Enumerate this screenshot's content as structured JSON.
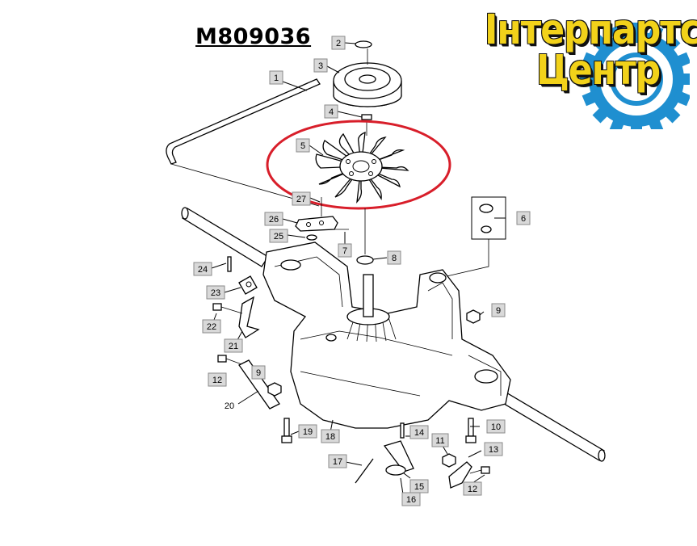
{
  "diagram": {
    "part_number": "M809036",
    "logo": {
      "line1": "Інтерпартс",
      "line2": "Центр",
      "colors": {
        "text": "#f2d21a",
        "gear": "#1f8fd0",
        "outline": "#111111"
      }
    },
    "highlight_color": "#d81e2a",
    "callouts": {
      "c1": "1",
      "c2": "2",
      "c3": "3",
      "c4": "4",
      "c5": "5",
      "c6": "6",
      "c7": "7",
      "c8": "8",
      "c9a": "9",
      "c9b": "9",
      "c10": "10",
      "c11": "11",
      "c12a": "12",
      "c12b": "12",
      "c13": "13",
      "c14": "14",
      "c15": "15",
      "c16": "16",
      "c17": "17",
      "c18": "18",
      "c19": "19",
      "c20": "20",
      "c21": "21",
      "c22": "22",
      "c23": "23",
      "c24": "24",
      "c25": "25",
      "c26": "26",
      "c27": "27"
    }
  }
}
